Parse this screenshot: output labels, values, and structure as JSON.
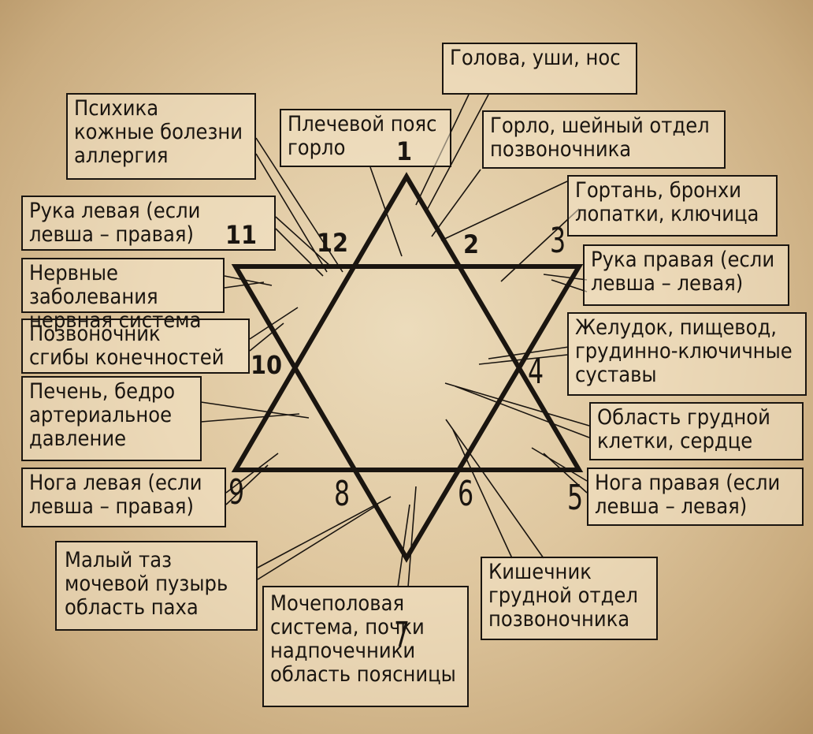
{
  "labels": [
    {
      "id": "1",
      "text": "Плечевой пояс\nгорло"
    },
    {
      "id": "2",
      "text": "Горло, шейный отдел\nпозвоночника"
    },
    {
      "id": "3",
      "text": "Гортань, бронхи\nлопатки, ключица"
    },
    {
      "id": "3b",
      "text": "Рука правая (если\nлевша – левая)"
    },
    {
      "id": "4",
      "text": "Желудок, пищевод,\nгрудинно-ключичные\nсуставы"
    },
    {
      "id": "4b",
      "text": "Область грудной\nклетки, сердце"
    },
    {
      "id": "5",
      "text": "Нога правая (если\nлевша – левая)"
    },
    {
      "id": "6",
      "text": "Кишечник\nгрудной отдел\nпозвоночника"
    },
    {
      "id": "7",
      "text": "Мочеполовая\nсистема, почки\nнадпочечники\nобласть поясницы"
    },
    {
      "id": "8",
      "text": "Малый таз\nмочевой пузырь\nобласть паха"
    },
    {
      "id": "9",
      "text": "Нога левая (если\nлевша – правая)"
    },
    {
      "id": "10",
      "text": "Позвоночник\nсгибы конечностей"
    },
    {
      "id": "10b",
      "text": "Печень, бедро\nартериальное\nдавление"
    },
    {
      "id": "11",
      "text": "Нервные заболевания\nнервная система"
    },
    {
      "id": "11b",
      "text": "Рука левая (если\nлевша – правая)"
    },
    {
      "id": "12",
      "text": "Психика\nкожные болезни\nаллергия"
    },
    {
      "id": "1b",
      "text": "Голова, уши, нос"
    }
  ],
  "numbers": [
    "1",
    "2",
    "3",
    "4",
    "5",
    "6",
    "7",
    "8",
    "9",
    "10",
    "11",
    "12"
  ],
  "colors": {
    "line": "#1a1510",
    "background": "#dfc79f"
  }
}
